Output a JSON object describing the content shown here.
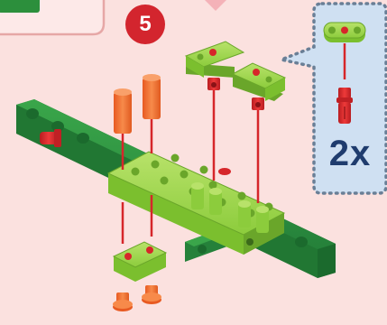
{
  "step": {
    "number": "5"
  },
  "callout": {
    "quantity": "2x"
  },
  "colors": {
    "background": "#fbe1df",
    "badge": "#d3252e",
    "callout_fill": "#cfe0f2",
    "callout_border": "#6a7f96",
    "lime_part": "#9ad44a",
    "dark_green_part": "#2c8f3c",
    "red_pin": "#d6262a",
    "orange_axle": "#ef6b2b",
    "guide_line": "#d6262a",
    "quantity_text": "#1f3c6e"
  },
  "icons": [
    "previous-step-box",
    "connector-arrow",
    "step-badge",
    "parts-callout",
    "assembly-diagram"
  ]
}
